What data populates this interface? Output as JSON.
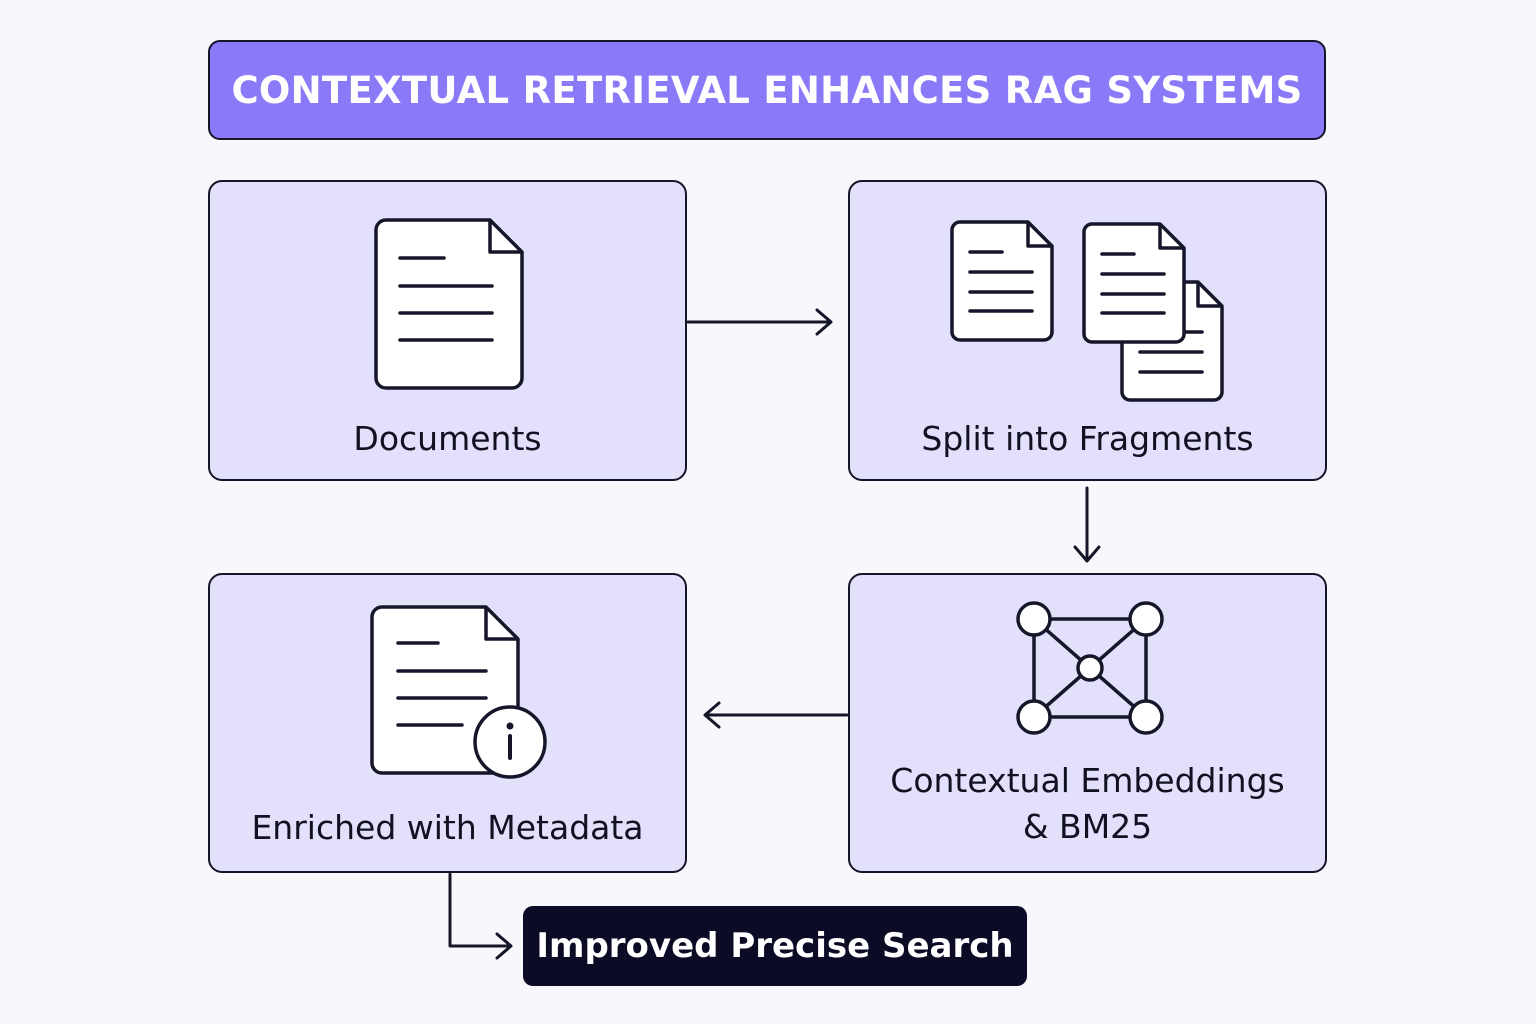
{
  "title": "CONTEXTUAL RETRIEVAL ENHANCES RAG SYSTEMS",
  "steps": {
    "documents": {
      "label": "Documents",
      "icon": "document-icon"
    },
    "split": {
      "label": "Split into Fragments",
      "icon": "fragments-icon"
    },
    "embeddings": {
      "label_line1": "Contextual Embeddings",
      "label_line2": "& BM25",
      "icon": "network-graph-icon"
    },
    "enriched": {
      "label": "Enriched with Metadata",
      "icon": "document-info-icon"
    }
  },
  "result": {
    "label": "Improved Precise Search"
  },
  "colors": {
    "title_bg": "#8a7af8",
    "card_bg": "#e3e0fc",
    "result_bg": "#0c0b26",
    "stroke": "#16162a",
    "page_bg": "#f8f7fc"
  }
}
